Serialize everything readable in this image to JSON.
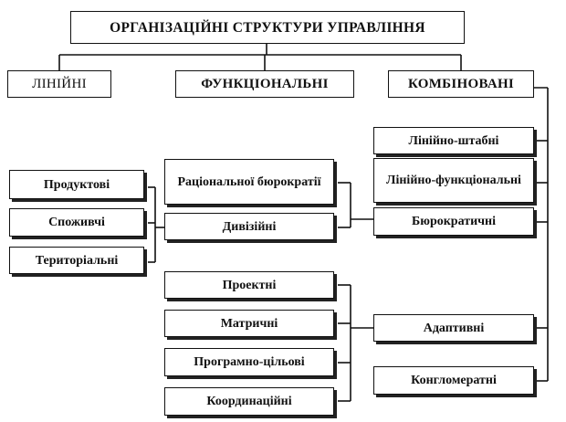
{
  "title": "ОРГАНІЗАЦІЙНІ СТРУКТУРИ УПРАВЛІННЯ",
  "categories": {
    "linear": "ЛІНІЙНІ",
    "functional": "ФУНКЦІОНАЛЬНІ",
    "combined": "КОМБІНОВАНІ"
  },
  "divisional_types": {
    "product": "Продуктові",
    "consumer": "Споживчі",
    "territorial": "Територіальні"
  },
  "bureaucratic_types": {
    "rational": "Раціональної бюрократії",
    "divisional": "Дивізійні"
  },
  "adaptive_types": {
    "project": "Проектні",
    "matrix": "Матричні",
    "program_target": "Програмно-цільові",
    "coordination": "Координаційні"
  },
  "combined_types": {
    "line_staff": "Лінійно-штабні",
    "line_functional": "Лінійно-функціональні",
    "bureaucratic": "Бюрократичні",
    "adaptive": "Адаптивні",
    "conglomerate": "Конгломератні"
  }
}
